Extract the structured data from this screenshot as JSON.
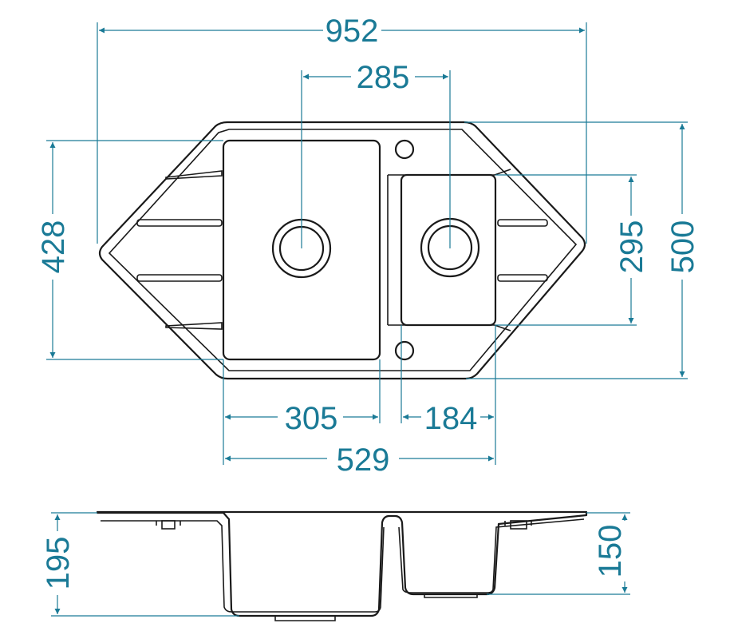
{
  "colors": {
    "dimension": "#1a7a96",
    "outline": "#1a1a1a",
    "background": "#ffffff"
  },
  "dimensions": {
    "overall_width": "952",
    "bowl_center_distance": "285",
    "left_depth": "428",
    "right_depth": "500",
    "small_bowl_length": "295",
    "large_bowl_width": "305",
    "small_bowl_width": "184",
    "bowls_total_width": "529",
    "large_bowl_height": "195",
    "small_bowl_height": "150"
  }
}
